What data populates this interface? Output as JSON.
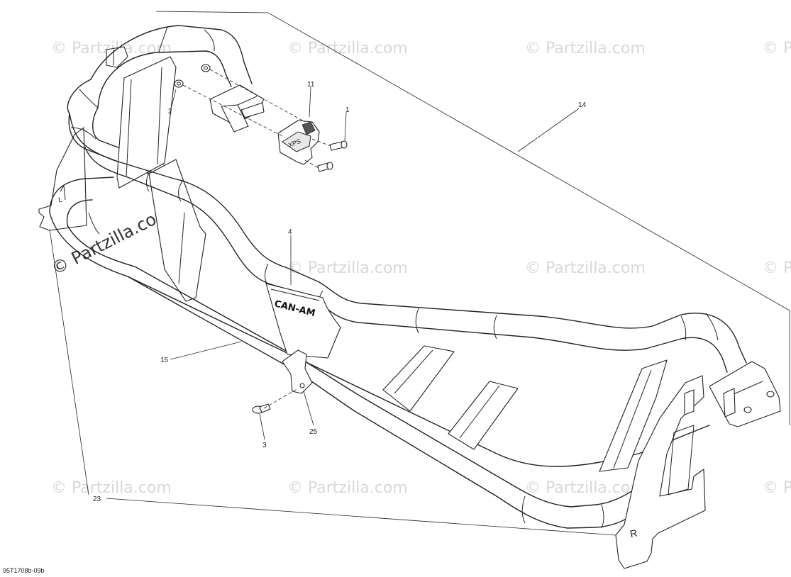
{
  "watermark": {
    "text": "© Partzilla.com",
    "main_text": "© Partzilla.com"
  },
  "callouts": [
    {
      "id": "c1",
      "label": "1"
    },
    {
      "id": "c2",
      "label": "2"
    },
    {
      "id": "c3",
      "label": "3"
    },
    {
      "id": "c4",
      "label": "4"
    },
    {
      "id": "c11",
      "label": "11"
    },
    {
      "id": "c14",
      "label": "14"
    },
    {
      "id": "c15",
      "label": "15"
    },
    {
      "id": "c23",
      "label": "23"
    },
    {
      "id": "c25",
      "label": "25"
    }
  ],
  "brand_marking": "CAN-AM",
  "side_markings": {
    "left": "L",
    "right": "R"
  },
  "drawing_code": "95T1708b-09b"
}
